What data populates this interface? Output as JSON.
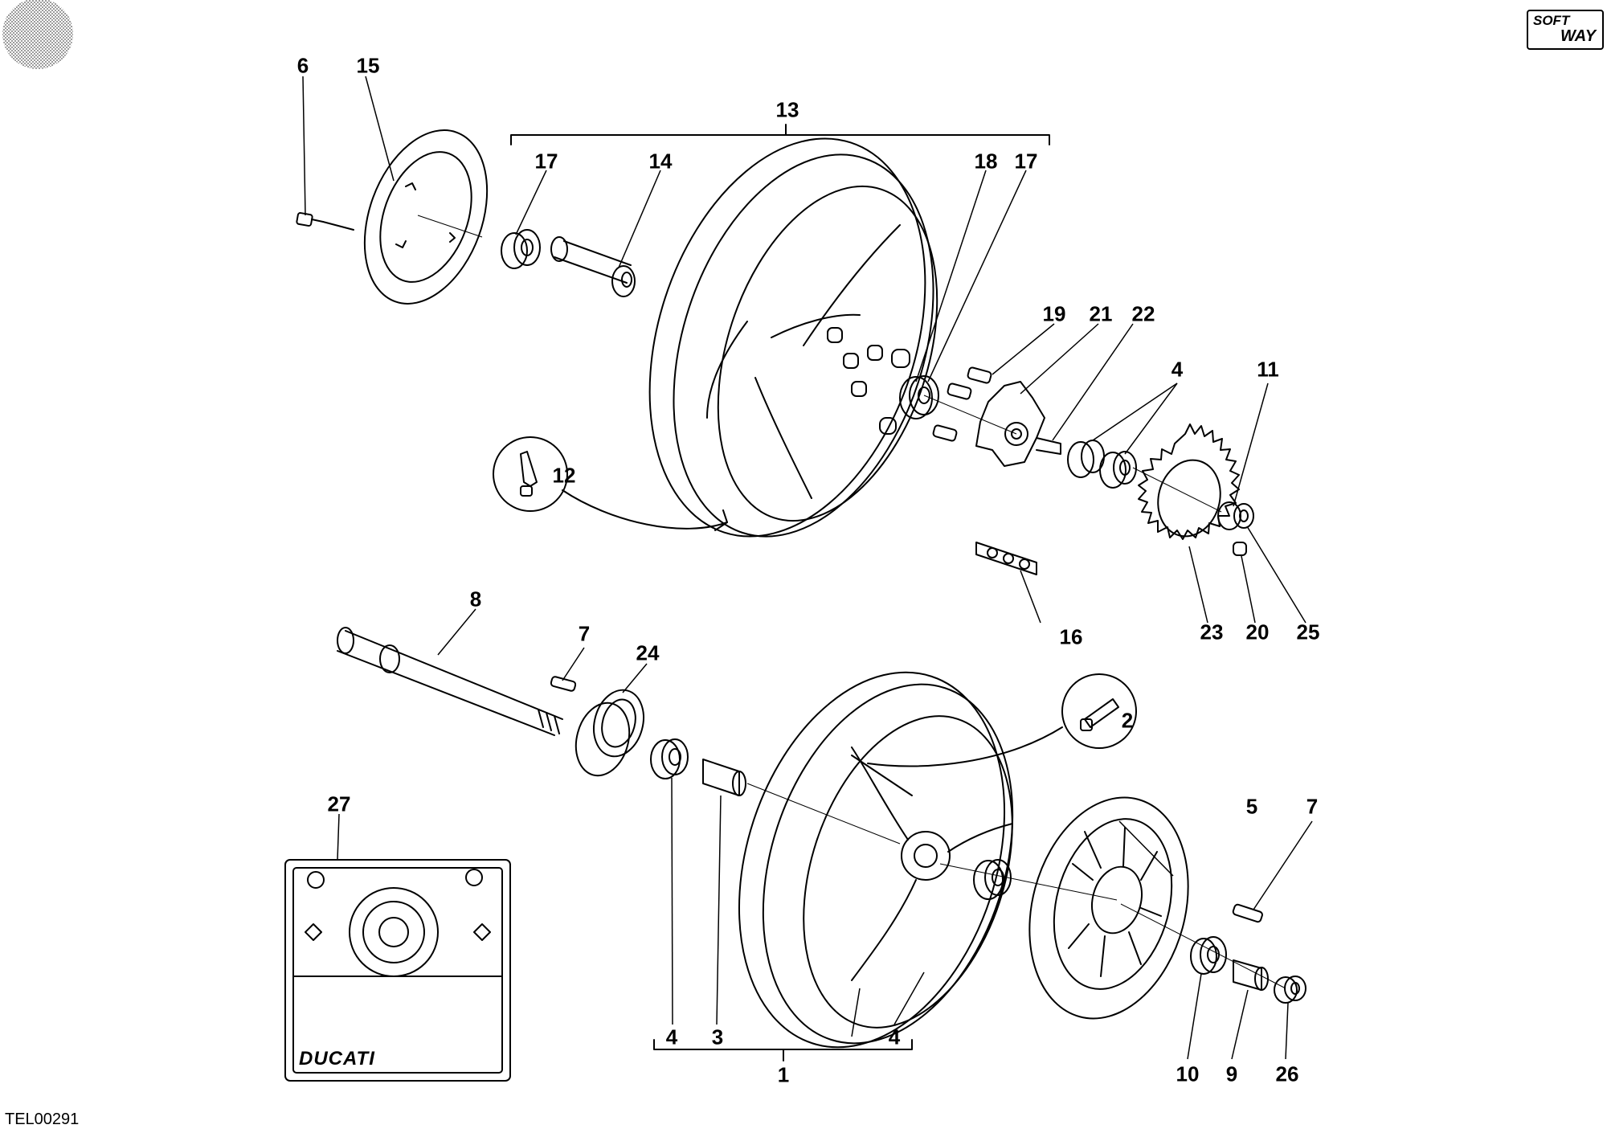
{
  "document_id": "TEL00291",
  "publisher_logo": {
    "line1": "SOFT",
    "line2": "WAY"
  },
  "brand_plate_text": "DUCATI",
  "callouts": [
    {
      "id": "c6",
      "label": "6"
    },
    {
      "id": "c15",
      "label": "15"
    },
    {
      "id": "c13",
      "label": "13"
    },
    {
      "id": "c17a",
      "label": "17"
    },
    {
      "id": "c14",
      "label": "14"
    },
    {
      "id": "c18",
      "label": "18"
    },
    {
      "id": "c17b",
      "label": "17"
    },
    {
      "id": "c19",
      "label": "19"
    },
    {
      "id": "c21",
      "label": "21"
    },
    {
      "id": "c22",
      "label": "22"
    },
    {
      "id": "c4a",
      "label": "4"
    },
    {
      "id": "c11",
      "label": "11"
    },
    {
      "id": "c12",
      "label": "12"
    },
    {
      "id": "c16",
      "label": "16"
    },
    {
      "id": "c23",
      "label": "23"
    },
    {
      "id": "c20",
      "label": "20"
    },
    {
      "id": "c25",
      "label": "25"
    },
    {
      "id": "c8",
      "label": "8"
    },
    {
      "id": "c7a",
      "label": "7"
    },
    {
      "id": "c24",
      "label": "24"
    },
    {
      "id": "c2",
      "label": "2"
    },
    {
      "id": "c27",
      "label": "27"
    },
    {
      "id": "c5",
      "label": "5"
    },
    {
      "id": "c7b",
      "label": "7"
    },
    {
      "id": "c4b",
      "label": "4"
    },
    {
      "id": "c3",
      "label": "3"
    },
    {
      "id": "c4c",
      "label": "4"
    },
    {
      "id": "c1",
      "label": "1"
    },
    {
      "id": "c10",
      "label": "10"
    },
    {
      "id": "c9",
      "label": "9"
    },
    {
      "id": "c26",
      "label": "26"
    }
  ]
}
